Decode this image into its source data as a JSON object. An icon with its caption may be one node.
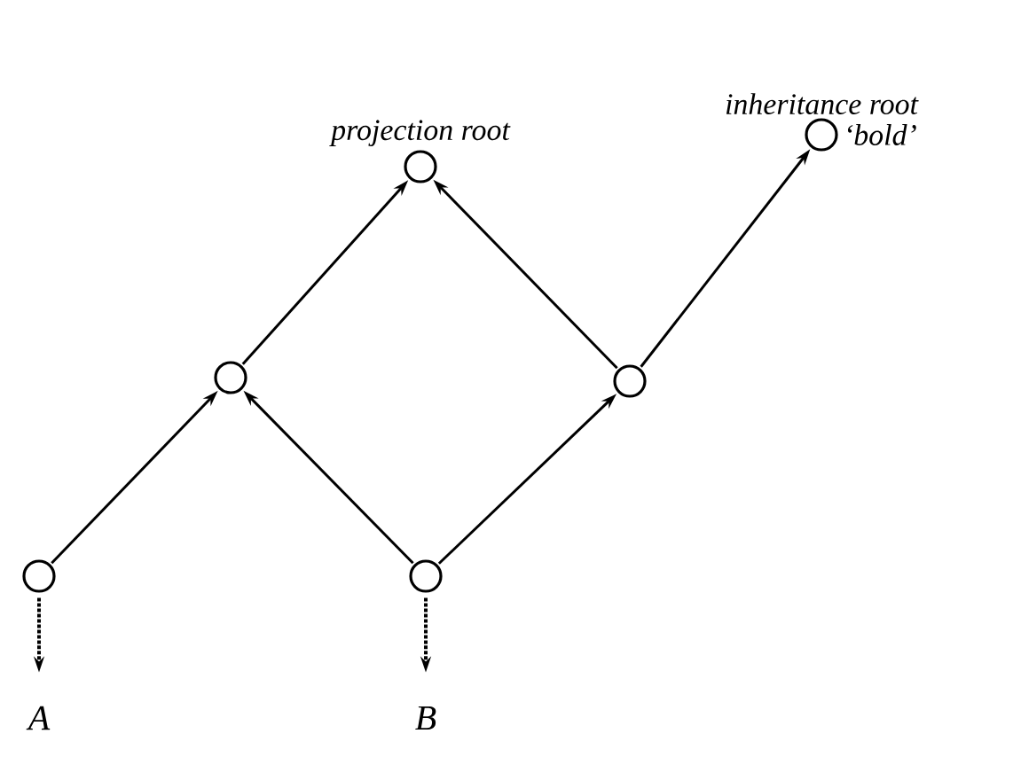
{
  "diagram": {
    "nodes": [
      {
        "text": [],
        "shape": "circle"
      },
      {
        "text": [],
        "shape": "circle"
      },
      {
        "text": [
          "projection root"
        ]
      },
      {
        "text": [],
        "shape": "circle"
      },
      {
        "text": [],
        "shape": "circle"
      },
      {
        "text": [
          "inheritance root"
        ],
        "beside": [
          "‘bold’"
        ]
      },
      {
        "text": [
          "A"
        ]
      },
      {
        "text": [
          "B"
        ]
      }
    ],
    "edges": [
      {
        "from": 0,
        "to": 1,
        "arrow": "to"
      },
      {
        "from": 1,
        "to": 2,
        "arrow": "to"
      },
      {
        "from": 4,
        "to": 1,
        "arrow": "to"
      },
      {
        "from": 4,
        "to": 3,
        "arrow": "to"
      },
      {
        "from": 3,
        "to": 2,
        "arrow": "to"
      },
      {
        "from": 3,
        "to": 5,
        "arrow": "to"
      },
      {
        "from": 0,
        "to": 6,
        "arrow": "to",
        "style": "dashed"
      },
      {
        "from": 4,
        "to": 7,
        "arrow": "to",
        "style": "dashed"
      }
    ]
  }
}
